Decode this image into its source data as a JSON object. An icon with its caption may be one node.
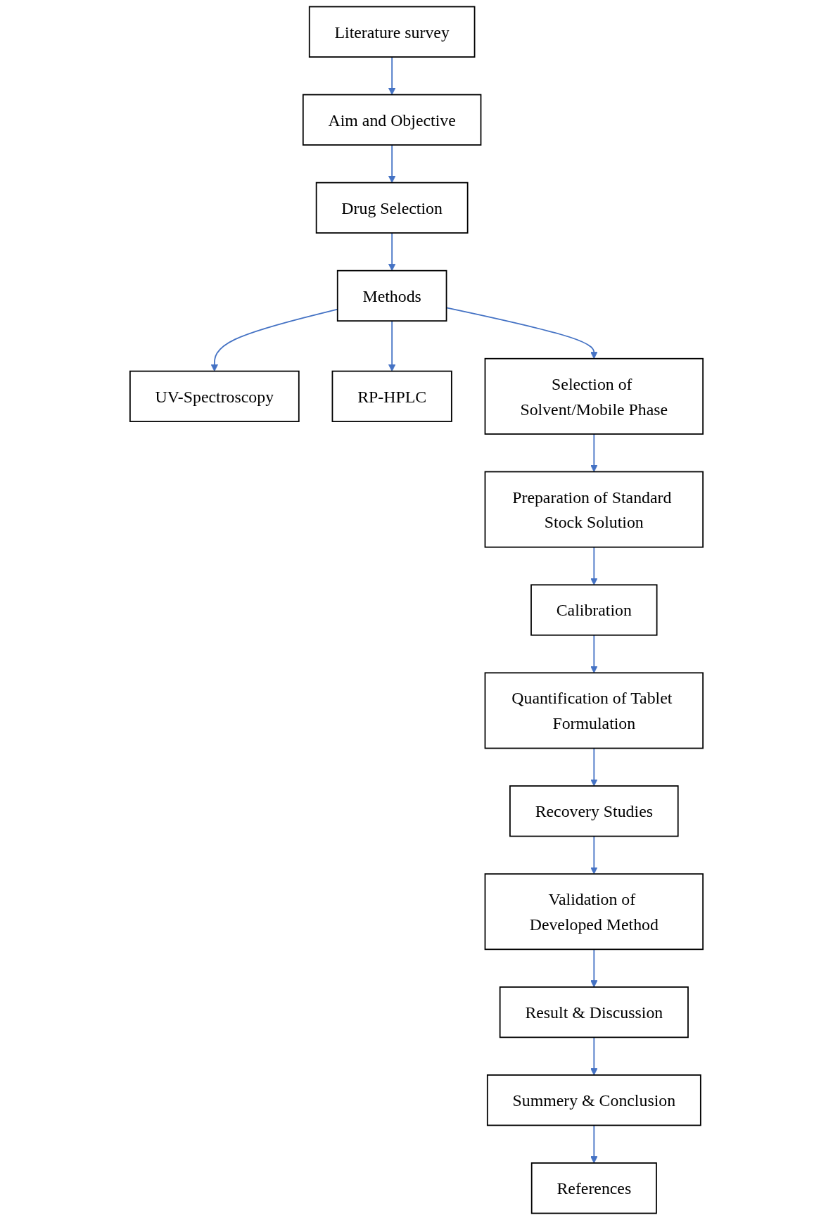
{
  "diagram": {
    "nodes": [
      {
        "text": [
          "Literature survey"
        ]
      },
      {
        "text": [
          "Aim and Objective"
        ]
      },
      {
        "text": [
          "Drug Selection"
        ]
      },
      {
        "text": [
          "UV-Spectroscopy"
        ]
      },
      {
        "text": [
          "Methods"
        ]
      },
      {
        "text": [
          "RP-HPLC"
        ]
      },
      {
        "text": [
          "Selection of Solvent/Mobile Phase"
        ]
      },
      {
        "text": [
          "Preparation of Standard Stock Solution"
        ]
      },
      {
        "text": [
          "Calibration"
        ]
      },
      {
        "text": [
          "Quantification of Tablet Formulation"
        ]
      },
      {
        "text": [
          "Recovery Studies"
        ]
      },
      {
        "text": [
          "Validation of Developed Method"
        ]
      },
      {
        "text": [
          "Result & Discussion"
        ]
      },
      {
        "text": [
          "Summery & Conclusion"
        ]
      },
      {
        "text": [
          "References"
        ]
      }
    ],
    "edges": [
      {
        "from": 0,
        "to": 1,
        "arrow": "to"
      },
      {
        "from": 1,
        "to": 2,
        "arrow": "to"
      },
      {
        "from": 2,
        "to": 4,
        "arrow": "to"
      },
      {
        "from": 4,
        "to": 3,
        "arrow": "to"
      },
      {
        "from": 4,
        "to": 5,
        "arrow": "to"
      },
      {
        "from": 4,
        "to": 6,
        "arrow": "to"
      },
      {
        "from": 6,
        "to": 7,
        "arrow": "to"
      },
      {
        "from": 7,
        "to": 8,
        "arrow": "to"
      },
      {
        "from": 8,
        "to": 9,
        "arrow": "to"
      },
      {
        "from": 9,
        "to": 10,
        "arrow": "to"
      },
      {
        "from": 10,
        "to": 11,
        "arrow": "to"
      },
      {
        "from": 11,
        "to": 12,
        "arrow": "to"
      },
      {
        "from": 12,
        "to": 13,
        "arrow": "to"
      },
      {
        "from": 13,
        "to": 14,
        "arrow": "to"
      }
    ]
  }
}
